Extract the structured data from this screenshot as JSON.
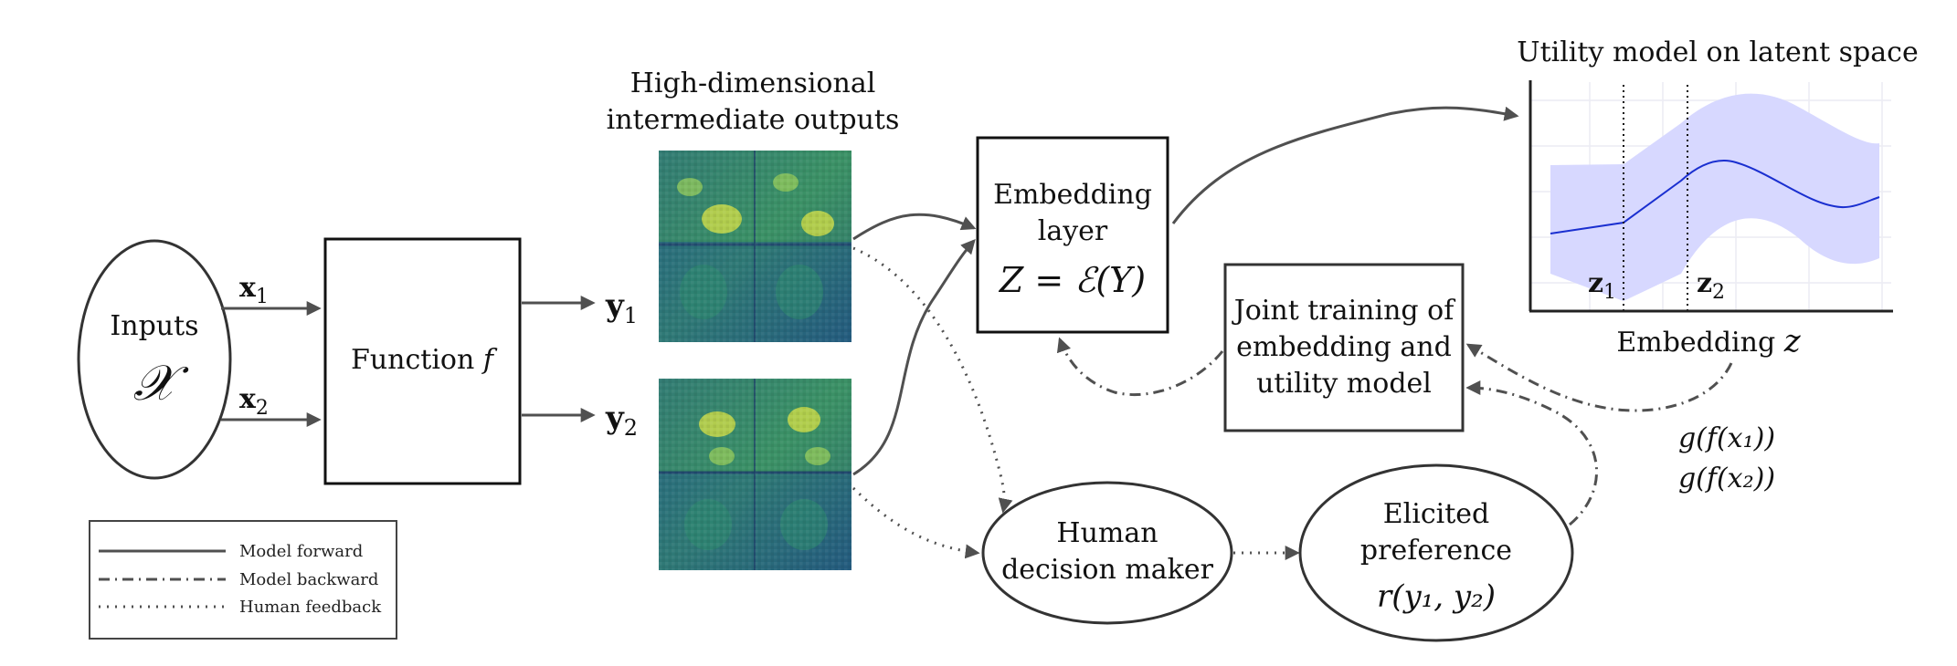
{
  "inputs": {
    "label": "Inputs",
    "symbol": "𝒳"
  },
  "input_arrows": {
    "x1": "x",
    "x1_sub": "1",
    "x2": "x",
    "x2_sub": "2"
  },
  "function_box": {
    "label": "Function",
    "symbol": "f"
  },
  "outputs": {
    "y1": "y",
    "y1_sub": "1",
    "y2": "y",
    "y2_sub": "2"
  },
  "intermediate": {
    "title_line1": "High-dimensional",
    "title_line2": "intermediate outputs"
  },
  "embedding_box": {
    "line1": "Embedding",
    "line2": "layer",
    "formula": "Z = ℰ(Y)"
  },
  "utility_plot": {
    "title": "Utility model on latent space",
    "xlabel": "Embedding",
    "xlabel_var": "z",
    "markers": [
      {
        "label": "z",
        "sub": "1"
      },
      {
        "label": "z",
        "sub": "2"
      }
    ]
  },
  "joint_training": {
    "line1": "Joint training of",
    "line2": "embedding and",
    "line3": "utility model"
  },
  "gradient_labels": {
    "line1": "g(f(x₁))",
    "line2": "g(f(x₂))"
  },
  "human": {
    "line1": "Human",
    "line2": "decision maker"
  },
  "preference": {
    "line1": "Elicited",
    "line2": "preference",
    "formula": "r(y₁, y₂)"
  },
  "legend": [
    {
      "label": "Model forward",
      "style": "solid"
    },
    {
      "label": "Model backward",
      "style": "dash-dot"
    },
    {
      "label": "Human feedback",
      "style": "dotted"
    }
  ],
  "colors": {
    "line": "#505050",
    "band": "#d7d8ff",
    "mean": "#1a2fd0",
    "heat_low": "#1f4e7a",
    "heat_high": "#d7e34a"
  }
}
